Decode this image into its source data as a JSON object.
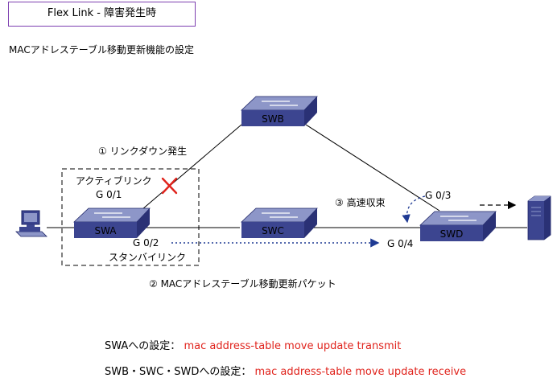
{
  "title": "Flex Link - 障害発生時",
  "subtitle": "MACアドレステーブル移動更新機能の設定",
  "switches": {
    "swa": "SWA",
    "swb": "SWB",
    "swc": "SWC",
    "swd": "SWD"
  },
  "labels": {
    "link_down": "① リンクダウン発生",
    "active_link": "アクティブリンク",
    "g01": "G 0/1",
    "g02": "G 0/2",
    "standby_link": "スタンバイリンク",
    "fast_converge": "③ 高速収束",
    "g03": "G 0/3",
    "g04": "G 0/4",
    "mac_packet": "② MACアドレステーブル移動更新パケット"
  },
  "config": {
    "swa_label": "SWAへの設定：",
    "swa_cmd": "mac address-table move update transmit",
    "others_label": "SWB・SWC・SWDへの設定：",
    "others_cmd": "mac address-table move update receive"
  },
  "colors": {
    "switch_top": "#8d96c8",
    "switch_front": "#3c4590",
    "failure_mark": "#e0231c",
    "update_arrow": "#1f3a93",
    "title_border": "#7d3fb0"
  }
}
